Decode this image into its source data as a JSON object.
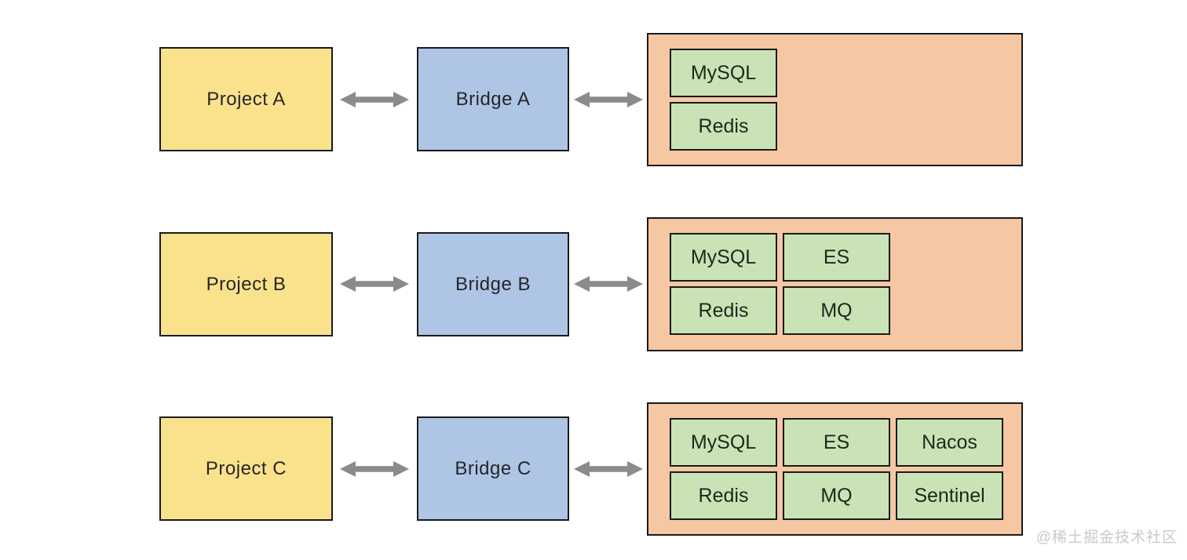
{
  "diagram": {
    "rows": [
      {
        "id": "A",
        "project": "Project A",
        "bridge": "Bridge A",
        "services": [
          [
            "MySQL"
          ],
          [
            "Redis"
          ]
        ]
      },
      {
        "id": "B",
        "project": "Project B",
        "bridge": "Bridge B",
        "services": [
          [
            "MySQL",
            "ES"
          ],
          [
            "Redis",
            "MQ"
          ]
        ]
      },
      {
        "id": "C",
        "project": "Project C",
        "bridge": "Bridge C",
        "services": [
          [
            "MySQL",
            "ES",
            "Nacos"
          ],
          [
            "Redis",
            "MQ",
            "Sentinel"
          ]
        ]
      }
    ]
  },
  "watermark": "@稀土掘金技术社区",
  "colors": {
    "project_fill": "#FAE28D",
    "bridge_fill": "#AFC5E6",
    "container_fill": "#F6C7A3",
    "service_fill": "#C9E3B6",
    "arrow_color": "#8B8B8B",
    "border_color": "#1a1a1a",
    "text_color": "#262626",
    "watermark_color": "#c9c9c9"
  }
}
